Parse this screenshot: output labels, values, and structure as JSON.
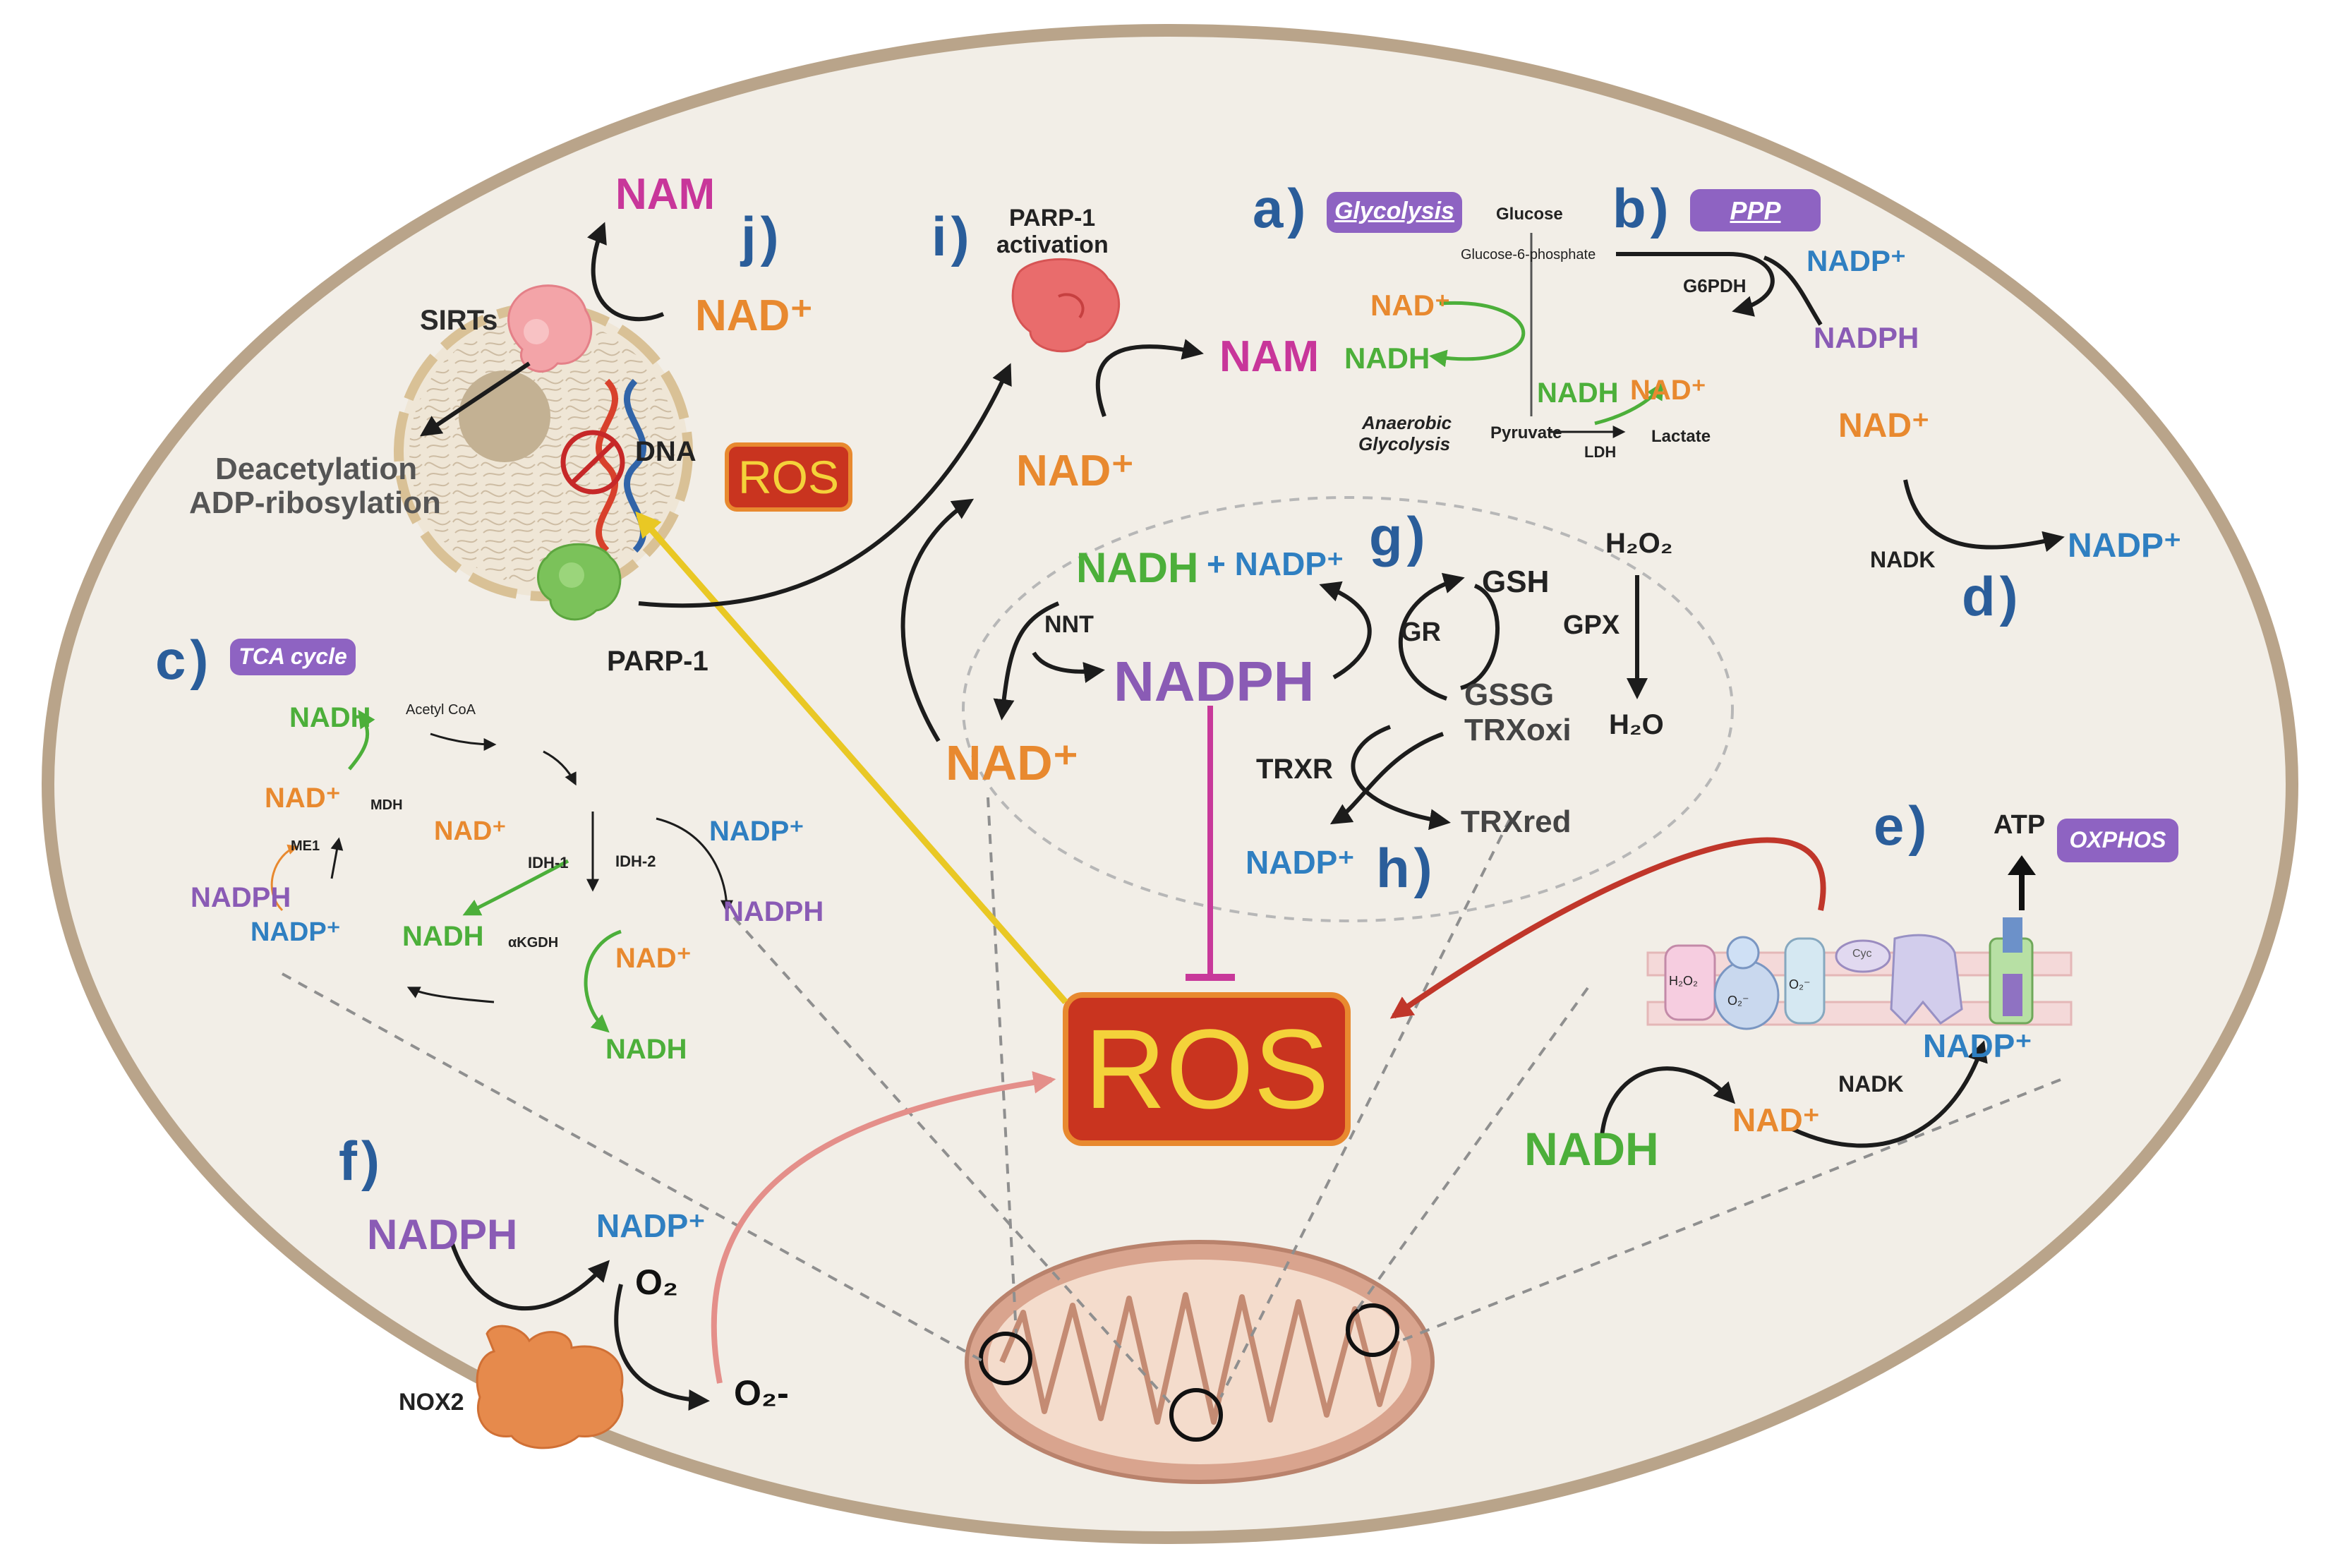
{
  "colors": {
    "cell_fill": "#f2eee7",
    "cell_border": "#b9a48a",
    "nadh": "#4caf3a",
    "nad": "#e8892f",
    "nadp": "#2f7fc1",
    "nadph": "#8a5bb5",
    "nam": "#c8369a",
    "label_blue": "#2a5d9a",
    "ros_fill": "#c9341f",
    "ros_text": "#f4d23a",
    "tag_fill": "#8e63c2",
    "yellow_arrow": "#e9c824",
    "red_arrow": "#c0362a",
    "pink_arrow": "#e48f8a",
    "inhibit": "#c8399a"
  },
  "labels": {
    "a": "a)",
    "b": "b)",
    "c": "c)",
    "d": "d)",
    "e": "e)",
    "f": "f)",
    "g": "g)",
    "h": "h)",
    "i": "i)",
    "j": "j)"
  },
  "tags": {
    "glycolysis": "Glycolysis",
    "ppp": "PPP",
    "tca": "TCA cycle",
    "oxphos": "OXPHOS"
  },
  "ros": {
    "main": "ROS",
    "nucleus": "ROS"
  },
  "nucleus": {
    "nam": "NAM",
    "nad": "NAD⁺",
    "sirts": "SIRTs",
    "deacetylation": "Deacetylation",
    "adp_ribosylation": "ADP-ribosylation",
    "dna": "DNA",
    "parp1": "PARP-1"
  },
  "panel_i": {
    "title_line1": "PARP-1",
    "title_line2": "activation",
    "nam": "NAM",
    "nad": "NAD⁺"
  },
  "panel_a": {
    "glucose": "Glucose",
    "g6p": "Glucose-6-phosphate",
    "nad": "NAD⁺",
    "nadh": "NADH",
    "anaerobic_line1": "Anaerobic",
    "anaerobic_line2": "Glycolysis",
    "pyruvate": "Pyruvate",
    "ldh": "LDH",
    "lactate": "Lactate",
    "nadh2": "NADH",
    "nad2": "NAD⁺"
  },
  "panel_b": {
    "g6pdh": "G6PDH",
    "nadp": "NADP⁺",
    "nadph": "NADPH"
  },
  "panel_d": {
    "nad": "NAD⁺",
    "nadk": "NADK",
    "nadp": "NADP⁺"
  },
  "panel_g": {
    "nadh": "NADH",
    "plus_nadp": "+ NADP⁺",
    "nnt": "NNT",
    "nadph": "NADPH",
    "nad": "NAD⁺",
    "gr": "GR",
    "gsh": "GSH",
    "gpx": "GPX",
    "gssg": "GSSG",
    "h2o2": "H₂O₂",
    "h2o": "H₂O",
    "trxoxi": "TRXoxi",
    "trxr": "TRXR",
    "trxred": "TRXred",
    "nadp": "NADP⁺"
  },
  "panel_c": {
    "nadh_top": "NADH",
    "acetyl": "Acetyl CoA",
    "nad_left": "NAD⁺",
    "mdh": "MDH",
    "nad_mid": "NAD⁺",
    "idh1": "IDH-1",
    "idh2": "IDH-2",
    "nadp_right": "NADP⁺",
    "nadph_right": "NADPH",
    "me1": "ME1",
    "nadph_left": "NADPH",
    "nadp_left": "NADP⁺",
    "nadh_mid": "NADH",
    "akgdh": "αKGDH",
    "nad_bottom": "NAD⁺",
    "nadh_bottom": "NADH"
  },
  "panel_e": {
    "atp": "ATP",
    "h2o2": "H₂O₂",
    "o2a": "O₂⁻",
    "o2b": "O₂⁻",
    "cyc": "Cyc",
    "nadp": "NADP⁺",
    "nadk": "NADK",
    "nad": "NAD⁺",
    "nadh": "NADH"
  },
  "panel_f": {
    "nadph": "NADPH",
    "nadp": "NADP⁺",
    "o2": "O₂",
    "nox2": "NOX2",
    "o2minus": "O₂-"
  }
}
